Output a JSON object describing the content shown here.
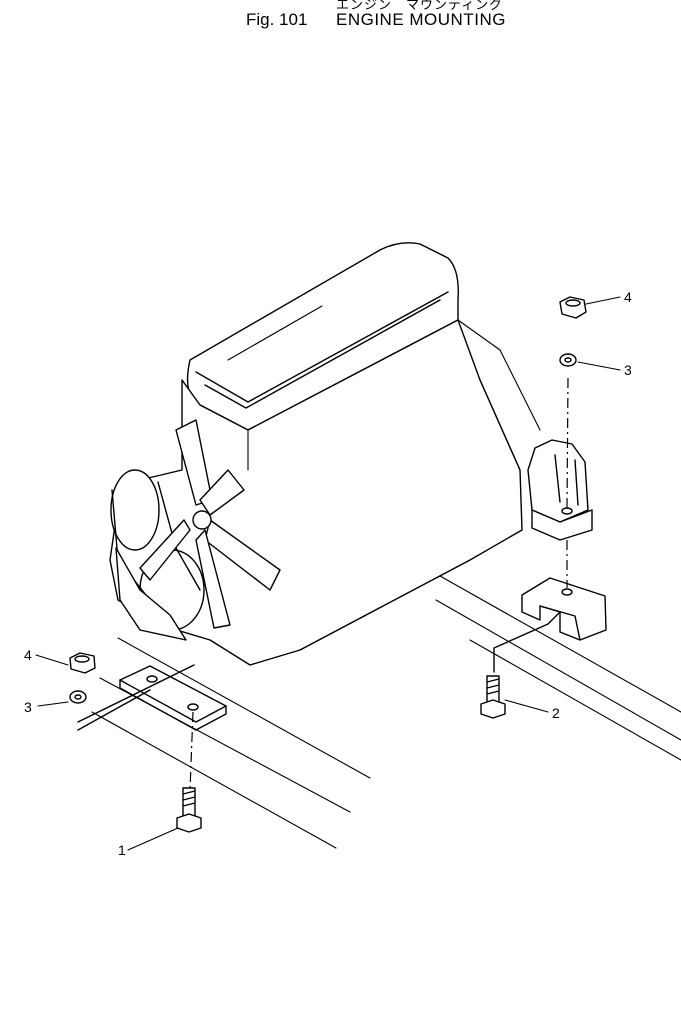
{
  "header": {
    "japanese_title": "エンジン　マウンティング",
    "figure_number": "Fig. 101",
    "title": "ENGINE  MOUNTING"
  },
  "callouts": {
    "c1": "1",
    "c2": "2",
    "c3_right": "3",
    "c3_left": "3",
    "c4_right": "4",
    "c4_left": "4"
  }
}
